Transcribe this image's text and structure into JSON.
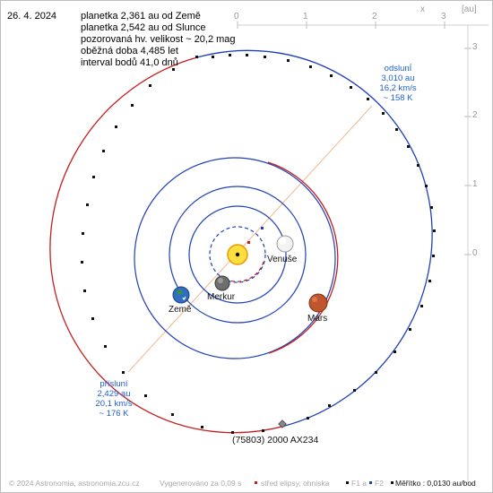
{
  "info": {
    "date": "26. 4. 2024",
    "lines": [
      "planetka 2,361 au od Země",
      "planetka 2,542 au od Slunce",
      "pozorovaná hv. velikost ~ 20,2 mag",
      "oběžná doba 4,485 let",
      "interval bodů 41,0 dnů"
    ]
  },
  "aphelion": {
    "title": "odslunÍ",
    "dist": "3,010 au",
    "speed": "16,2 km/s",
    "temp": "~ 158 K"
  },
  "perihelion": {
    "title": "přísluní",
    "dist": "2,429 au",
    "speed": "20,1 km/s",
    "temp": "~ 176 K"
  },
  "planets": {
    "venus": "Venuše",
    "earth": "Země",
    "mercury": "Merkur",
    "mars": "Mars"
  },
  "asteroid_name": "(75803) 2000 AX234",
  "axes": {
    "x_ticks": [
      "0",
      "1",
      "2",
      "3"
    ],
    "y_ticks": [
      "3",
      "2",
      "1",
      "0"
    ],
    "x_letter": "x",
    "unit": "[au]"
  },
  "footer": {
    "copyright": "© 2024 Astronomia, astronomia.zcu.cz",
    "generated": "Vygenerováno za 0,09 s",
    "legend_center": "střed elipsy, ohniska",
    "legend_f1": "F1 a",
    "legend_f2": "F2",
    "scale": "Měřítko : 0,0130 au/bod"
  },
  "colors": {
    "orbit_blue": "#1f3fb8",
    "orbit_red": "#c41f1f",
    "annotation_blue": "#1f5fd6",
    "apsis_line": "#f0b890",
    "sun": "#ffd21a"
  }
}
